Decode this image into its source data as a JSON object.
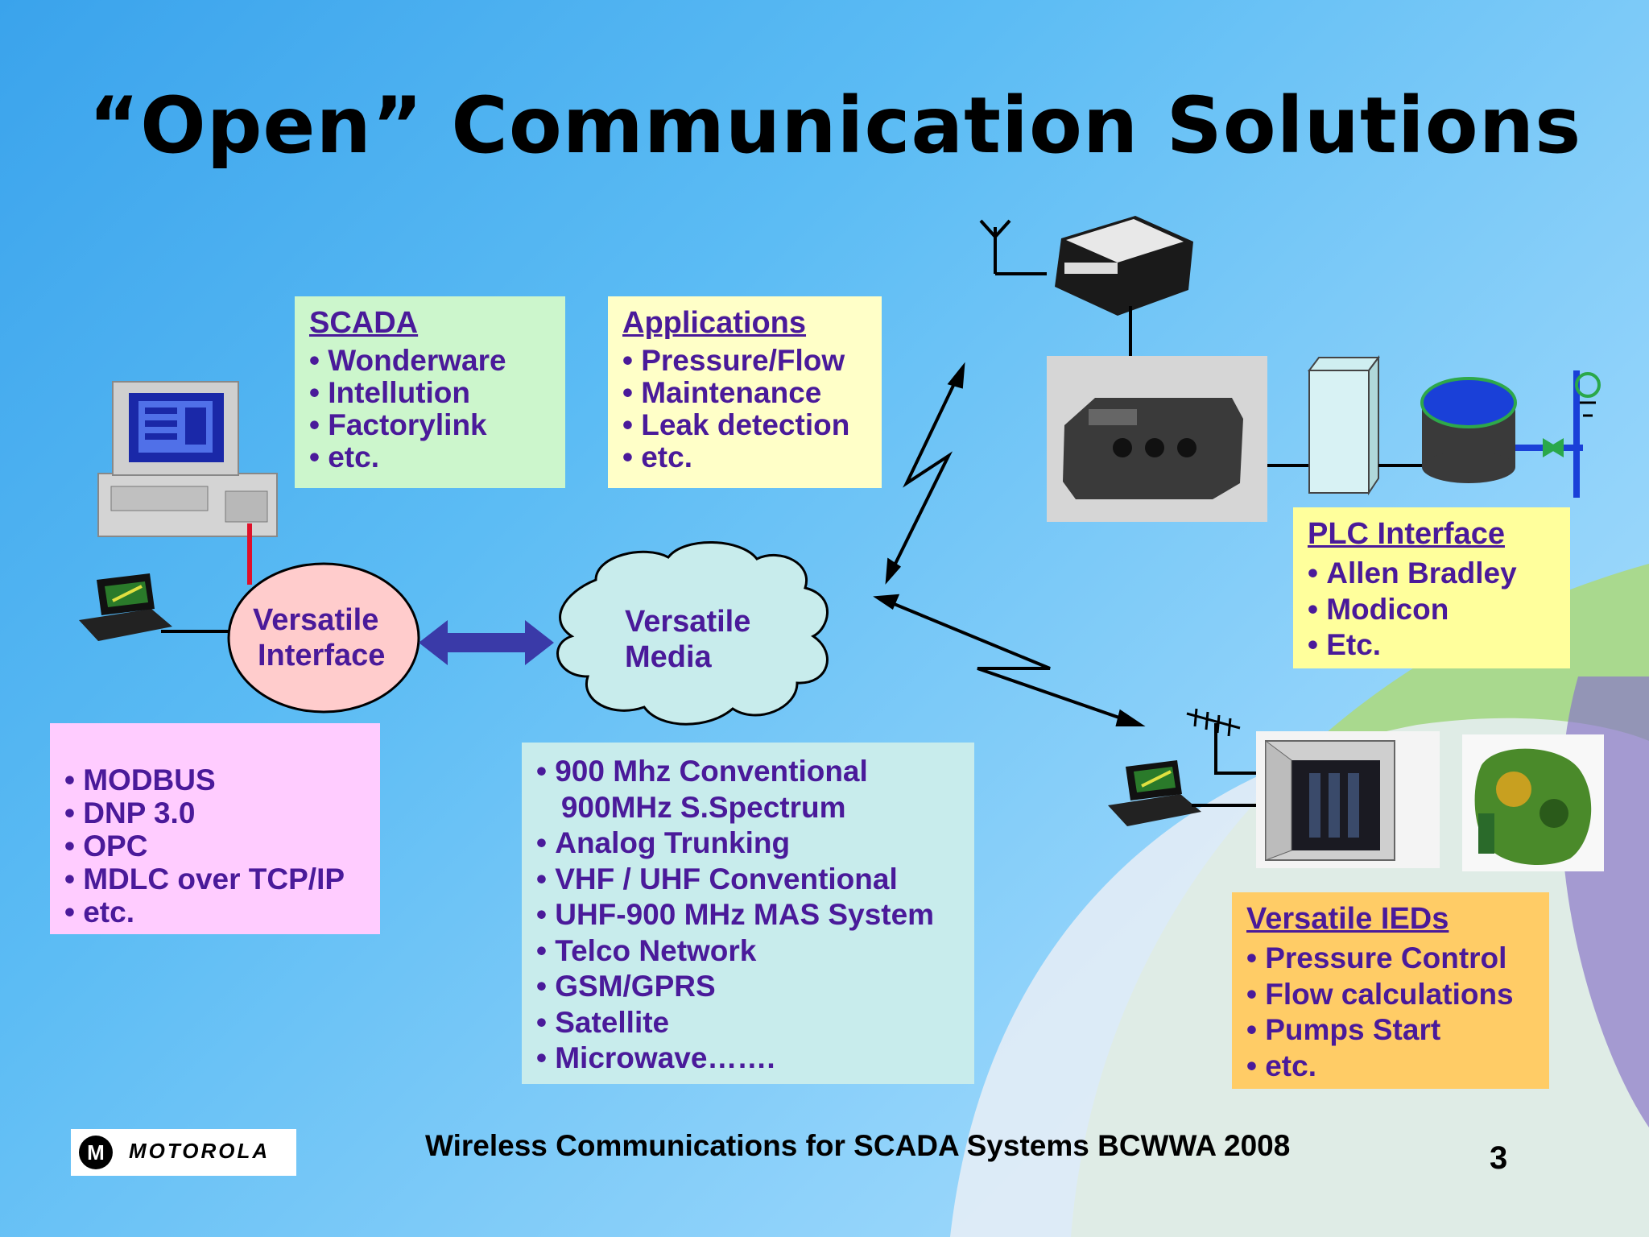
{
  "title": "“Open” Communication Solutions",
  "scada": {
    "header": "SCADA",
    "items": [
      "Wonderware",
      "Intellution",
      "Factorylink",
      "etc."
    ]
  },
  "applications": {
    "header": "Applications",
    "items": [
      "Pressure/Flow",
      "Maintenance",
      "Leak detection",
      "etc."
    ]
  },
  "interface": {
    "line1": "Versatile",
    "line2": "Interface"
  },
  "media": {
    "line1": "Versatile",
    "line2": "Media"
  },
  "protocols": {
    "items": [
      "MODBUS",
      "DNP 3.0",
      "OPC",
      "MDLC over TCP/IP",
      "etc."
    ]
  },
  "media_list": {
    "items": [
      "900 Mhz Conventional",
      "900MHz S.Spectrum",
      "Analog Trunking",
      "VHF / UHF Conventional",
      "UHF-900 MHz MAS System",
      "Telco Network",
      "GSM/GPRS",
      "Satellite",
      "Microwave……."
    ]
  },
  "plc": {
    "header": "PLC Interface",
    "items": [
      "Allen Bradley",
      "Modicon",
      "Etc."
    ]
  },
  "ieds": {
    "header": "Versatile IEDs",
    "items": [
      "Pressure Control",
      "Flow calculations",
      "Pumps Start",
      "etc."
    ]
  },
  "footer": "Wireless Communications for SCADA Systems BCWWA 2008",
  "page_number": "3",
  "logo": {
    "symbol": "M",
    "text": "MOTOROLA"
  },
  "colors": {
    "text_purple": "#4a1a9a",
    "scada_box": "#ccf6cc",
    "applications_box": "#ffffc8",
    "protocols_box": "#ffccff",
    "media_box": "#c8ecec",
    "plc_box": "#ffff9c",
    "ieds_box": "#ffcc66",
    "interface_ellipse": "#ffcccc",
    "arrow": "#3a3aa8"
  }
}
